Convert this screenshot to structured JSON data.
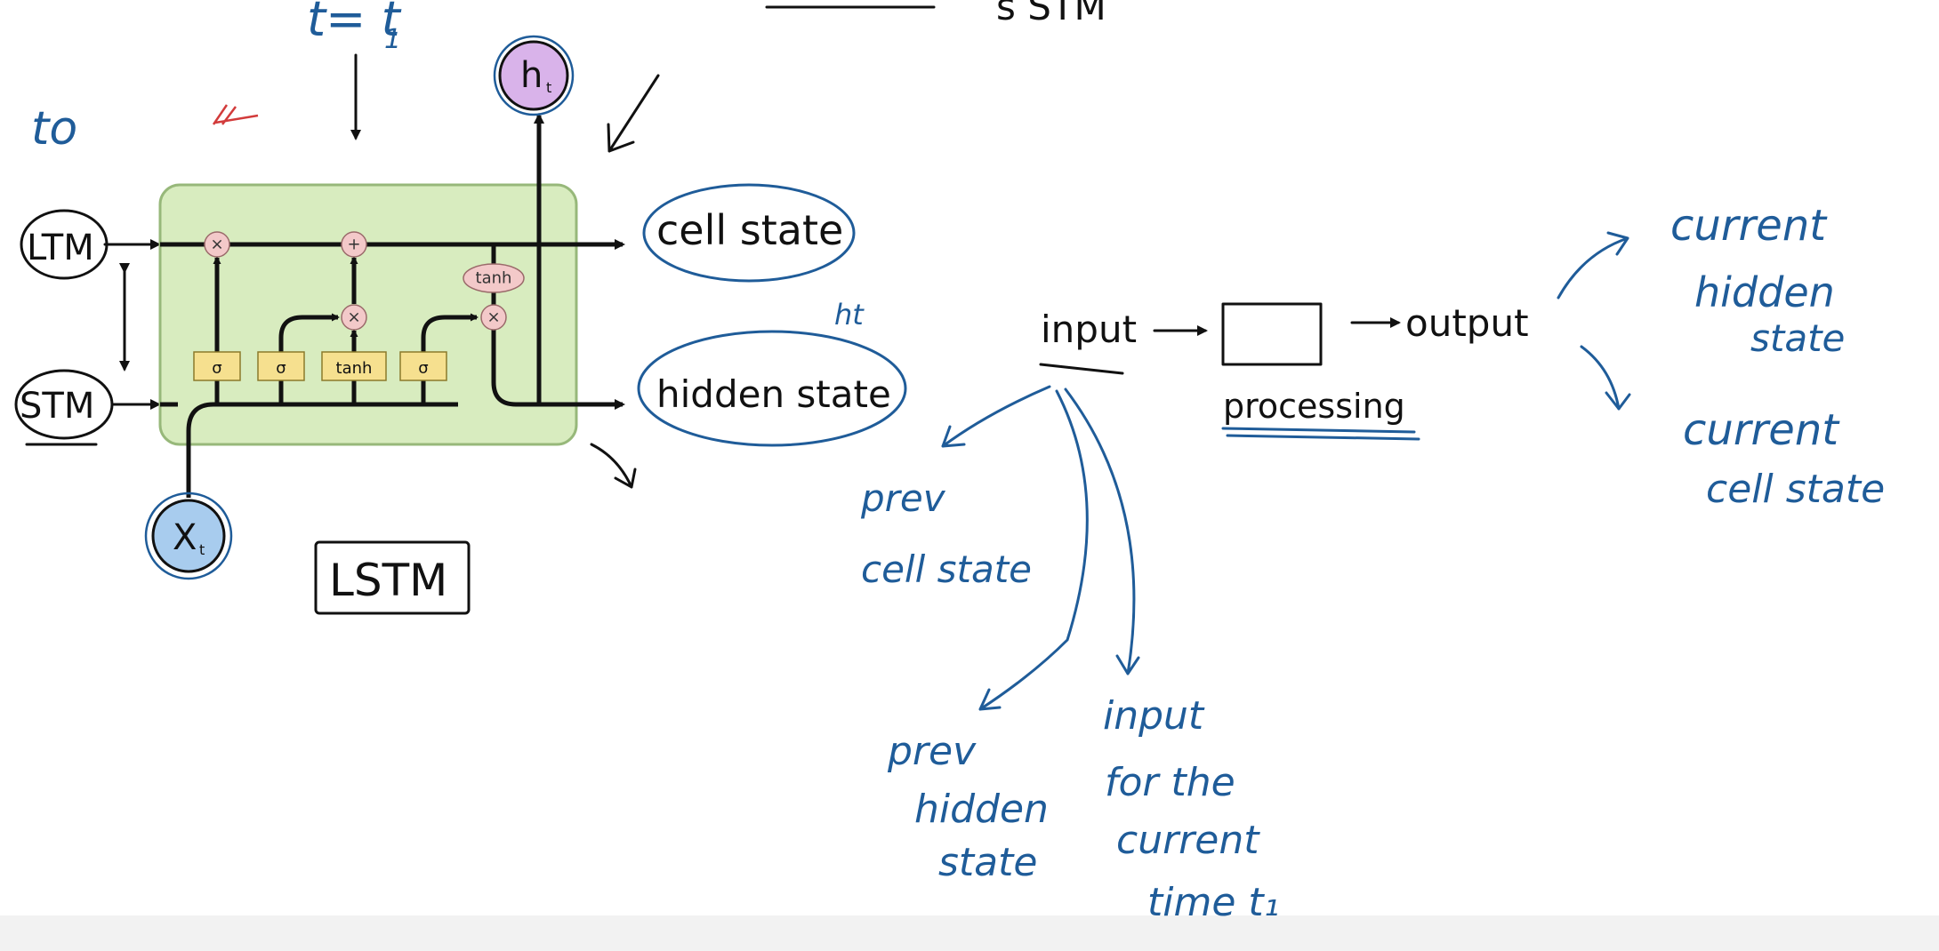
{
  "top": {
    "time_label": "t= t",
    "time_sub": "1",
    "partial_text": "s  STM"
  },
  "left_labels": {
    "t0": "to",
    "ltm": "LTM",
    "stm": "STM"
  },
  "lstm_cell": {
    "gates": [
      "σ",
      "σ",
      "tanh",
      "σ"
    ],
    "ops": [
      "×",
      "+",
      "×",
      "×"
    ],
    "tanh_label": "tanh",
    "output_node": "h",
    "output_sub": "t",
    "input_node": "X",
    "input_sub": "t",
    "box_label": "LSTM"
  },
  "right_of_cell": {
    "cell_state": "cell state",
    "hidden_state": "hidden state",
    "ht_label": "ht"
  },
  "flow": {
    "input": "input",
    "output": "output",
    "processing": "processing"
  },
  "inputs_breakdown": {
    "prev_cell": [
      "prev",
      "cell state"
    ],
    "prev_hidden": [
      "prev",
      "hidden",
      "state"
    ],
    "input_current": [
      "input",
      "for the",
      "current",
      "time t₁"
    ]
  },
  "outputs_breakdown": {
    "current_hidden": [
      "current",
      "hidden",
      "state"
    ],
    "current_cell": [
      "current",
      "cell state"
    ]
  }
}
